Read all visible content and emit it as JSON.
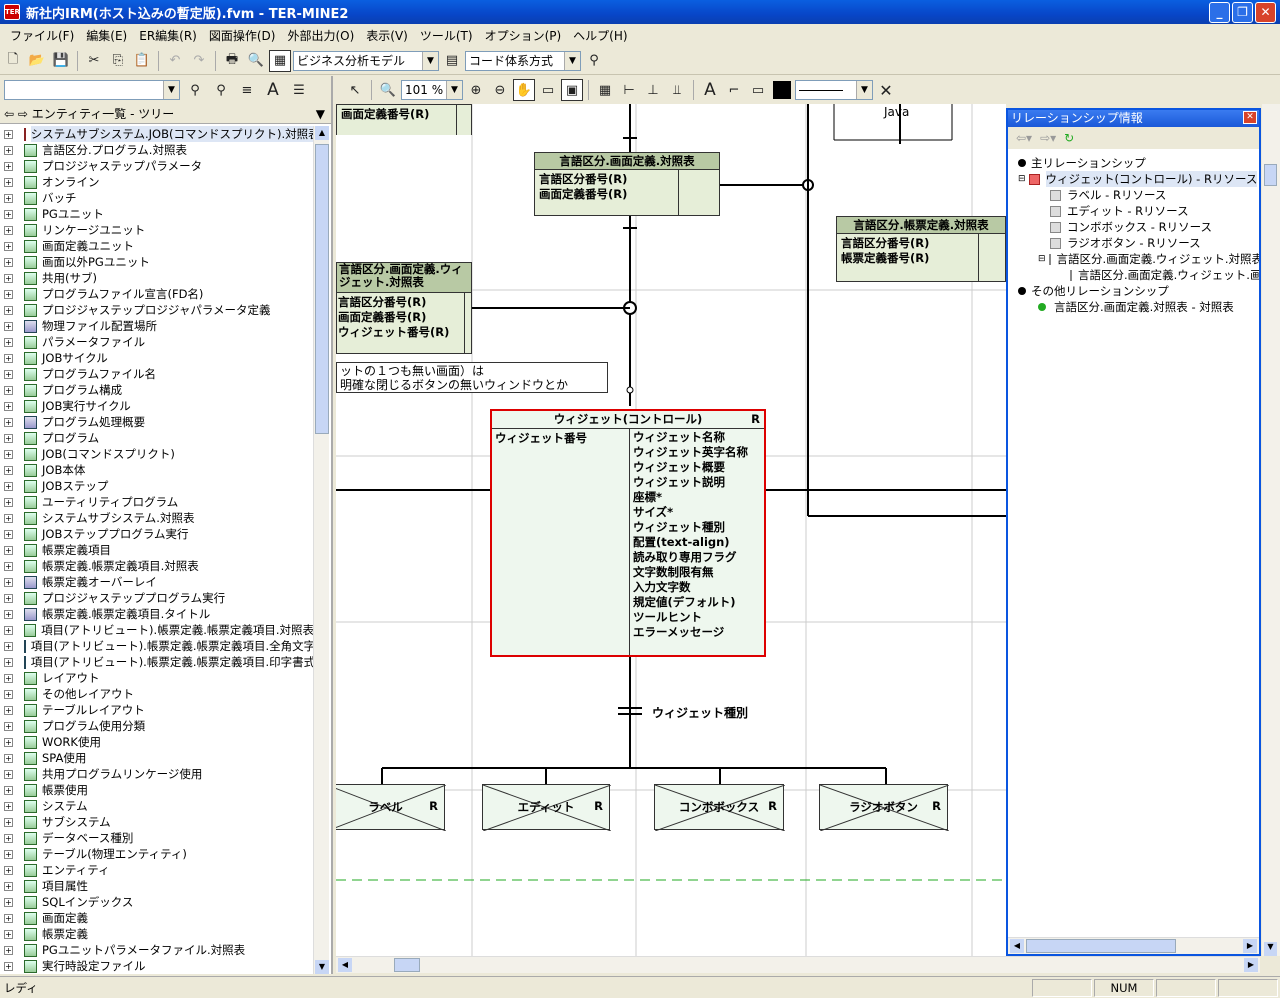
{
  "window": {
    "title": "新社内IRM(ホスト込みの暫定版).fvm - TER-MINE2",
    "icon": "app-icon",
    "min": "_",
    "max": "❐",
    "close": "✕"
  },
  "menu": [
    "ファイル(F)",
    "編集(E)",
    "ER編集(R)",
    "図面操作(D)",
    "外部出力(O)",
    "表示(V)",
    "ツール(T)",
    "オプション(P)",
    "ヘルプ(H)"
  ],
  "toolbar": {
    "model_combo": "ビジネス分析モデル",
    "code_combo": "コード体系方式"
  },
  "toolbar2": {
    "zoom": "101 %"
  },
  "left_panel": {
    "title": "エンティティ一覧 - ツリー",
    "items": [
      {
        "label": "システムサブシステム.JOB(コマンドスプリクト).対照表",
        "icon": "red"
      },
      {
        "label": "言語区分.プログラム.対照表",
        "icon": "green"
      },
      {
        "label": "プロジジャステップパラメータ",
        "icon": "green"
      },
      {
        "label": "オンライン",
        "icon": "green"
      },
      {
        "label": "バッチ",
        "icon": "green"
      },
      {
        "label": "PGユニット",
        "icon": "green"
      },
      {
        "label": "リンケージユニット",
        "icon": "green"
      },
      {
        "label": "画面定義ユニット",
        "icon": "green"
      },
      {
        "label": "画面以外PGユニット",
        "icon": "green"
      },
      {
        "label": "共用(サブ)",
        "icon": "green"
      },
      {
        "label": "プログラムファイル宣言(FD名)",
        "icon": "green"
      },
      {
        "label": "プロジジャステップロジジャパラメータ定義",
        "icon": "green"
      },
      {
        "label": "物理ファイル配置場所",
        "icon": "blue"
      },
      {
        "label": "パラメータファイル",
        "icon": "green"
      },
      {
        "label": "JOBサイクル",
        "icon": "green"
      },
      {
        "label": "プログラムファイル名",
        "icon": "green"
      },
      {
        "label": "プログラム構成",
        "icon": "green"
      },
      {
        "label": "JOB実行サイクル",
        "icon": "green"
      },
      {
        "label": "プログラム処理概要",
        "icon": "blue"
      },
      {
        "label": "プログラム",
        "icon": "green"
      },
      {
        "label": "JOB(コマンドスプリクト)",
        "icon": "green"
      },
      {
        "label": "JOB本体",
        "icon": "green"
      },
      {
        "label": "JOBステップ",
        "icon": "green"
      },
      {
        "label": "ユーティリティプログラム",
        "icon": "green"
      },
      {
        "label": "システムサブシステム.対照表",
        "icon": "green"
      },
      {
        "label": "JOBステッププログラム実行",
        "icon": "green"
      },
      {
        "label": "帳票定義項目",
        "icon": "green"
      },
      {
        "label": "帳票定義.帳票定義項目.対照表",
        "icon": "green"
      },
      {
        "label": "帳票定義オーバーレイ",
        "icon": "blue"
      },
      {
        "label": "プロジジャステッププログラム実行",
        "icon": "green"
      },
      {
        "label": "帳票定義.帳票定義項目.タイトル",
        "icon": "blue"
      },
      {
        "label": "項目(アトリビュート).帳票定義.帳票定義項目.対照表",
        "icon": "green"
      },
      {
        "label": "項目(アトリビュート).帳票定義.帳票定義項目.全角文字",
        "icon": "blue"
      },
      {
        "label": "項目(アトリビュート).帳票定義.帳票定義項目.印字書式",
        "icon": "blue"
      },
      {
        "label": "レイアウト",
        "icon": "green"
      },
      {
        "label": "その他レイアウト",
        "icon": "green"
      },
      {
        "label": "テーブルレイアウト",
        "icon": "green"
      },
      {
        "label": "プログラム使用分類",
        "icon": "green"
      },
      {
        "label": "WORK使用",
        "icon": "green"
      },
      {
        "label": "SPA使用",
        "icon": "green"
      },
      {
        "label": "共用プログラムリンケージ使用",
        "icon": "green"
      },
      {
        "label": "帳票使用",
        "icon": "green"
      },
      {
        "label": "システム",
        "icon": "green"
      },
      {
        "label": "サブシステム",
        "icon": "green"
      },
      {
        "label": "データベース種別",
        "icon": "green"
      },
      {
        "label": "テーブル(物理エンティティ)",
        "icon": "green"
      },
      {
        "label": "エンティティ",
        "icon": "green"
      },
      {
        "label": "項目属性",
        "icon": "green"
      },
      {
        "label": "SQLインデックス",
        "icon": "green"
      },
      {
        "label": "画面定義",
        "icon": "green"
      },
      {
        "label": "帳票定義",
        "icon": "green"
      },
      {
        "label": "PGユニットパラメータファイル.対照表",
        "icon": "green"
      },
      {
        "label": "実行時設定ファイル",
        "icon": "green"
      }
    ]
  },
  "diagram": {
    "top_partial": {
      "body": "画面定義番号(R)"
    },
    "java_label": "Java",
    "entity_screen": {
      "title": "言語区分.画面定義.対照表",
      "keys": [
        "言語区分番号(R)",
        "画面定義番号(R)"
      ]
    },
    "entity_report": {
      "title": "言語区分.帳票定義.対照表",
      "keys": [
        "言語区分番号(R)",
        "帳票定義番号(R)"
      ]
    },
    "entity_widget_map": {
      "title_line1": "言語区分.画面定義.ウィ",
      "title_line2": "ジェット.対照表",
      "keys": [
        "言語区分番号(R)",
        "画面定義番号(R)",
        "ウィジェット番号(R)"
      ]
    },
    "note": {
      "line1": "ットの１つも無い画面）は",
      "line2": "明確な閉じるボタンの無いウィンドウとか"
    },
    "widget": {
      "title": "ウィジェット(コントロール)",
      "r": "R",
      "pk": "ウィジェット番号",
      "attributes": [
        "ウィジェット名称",
        "ウィジェット英字名称",
        "ウィジェット概要",
        "ウィジェット説明",
        "座標*",
        "サイズ*",
        "ウィジェット種別",
        "配置(text-align)",
        "読み取り専用フラグ",
        "文字数制限有無",
        "入力文字数",
        "規定値(デフォルト)",
        "ツールヒント",
        "エラーメッセージ"
      ]
    },
    "subtype_label": "ウィジェット種別",
    "subtypes": [
      {
        "label": "ラベル",
        "r": "R"
      },
      {
        "label": "エディット",
        "r": "R"
      },
      {
        "label": "コンボボックス",
        "r": "R"
      },
      {
        "label": "ラジオボタン",
        "r": "R"
      }
    ]
  },
  "right_panel": {
    "title": "リレーションシップ情報",
    "main_rel": "主リレーションシップ",
    "selected": "ウィジェット(コントロール) - Rリソース",
    "children": [
      "ラベル - Rリソース",
      "エディット - Rリソース",
      "コンボボックス - Rリソース",
      "ラジオボタン - Rリソース",
      "言語区分.画面定義.ウィジェット.対照表"
    ],
    "grandchild": "言語区分.画面定義.ウィジェット.画面",
    "other_rel": "その他リレーションシップ",
    "other_item": "言語区分.画面定義.対照表 - 対照表"
  },
  "status": {
    "text": "レディ",
    "num": "NUM"
  }
}
